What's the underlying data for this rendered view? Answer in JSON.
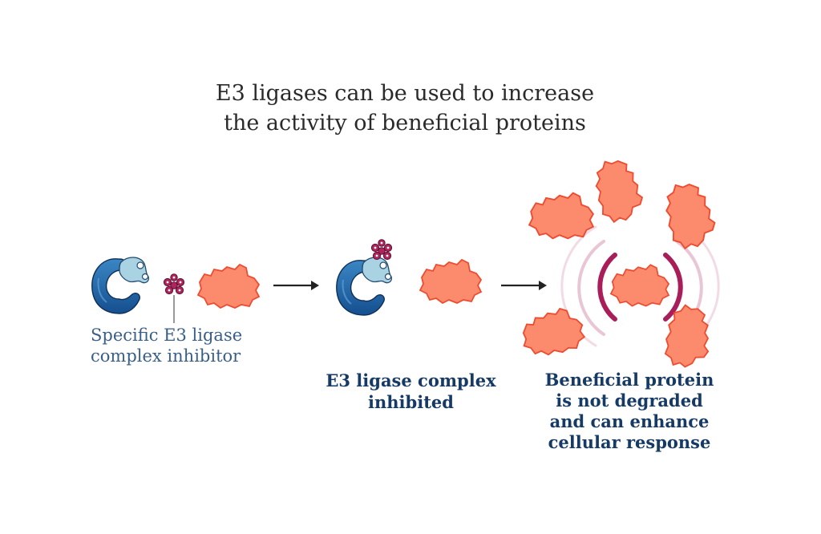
{
  "title": {
    "line1": "E3 ligases can be used to increase",
    "line2": "the activity of beneficial proteins"
  },
  "labels": {
    "inhibitor": {
      "line1": "Specific E3 ligase",
      "line2": "complex inhibitor"
    },
    "inhibited": {
      "line1": "E3 ligase complex",
      "line2": "inhibited"
    },
    "beneficial": {
      "line1": "Beneficial protein",
      "line2": "is not degraded",
      "line3": "and can enhance",
      "line4": "cellular response"
    }
  },
  "icons": {
    "ligase": "e3-ligase-complex-icon",
    "inhibitor": "inhibitor-molecule-icon",
    "protein": "beneficial-protein-icon",
    "arrow": "arrow-right-icon",
    "signal": "activity-signal-icon"
  },
  "colors": {
    "ligase_dark": "#1d5e9c",
    "ligase_light": "#a9d3e3",
    "inhibitor": "#b0245e",
    "protein_fill": "#fb8b6c",
    "protein_stroke": "#ee4b30",
    "signal_strong": "#a91e58",
    "signal_soft": "#e9c6d6",
    "title_text": "#2a2a2a",
    "label_text": "#163a66"
  }
}
